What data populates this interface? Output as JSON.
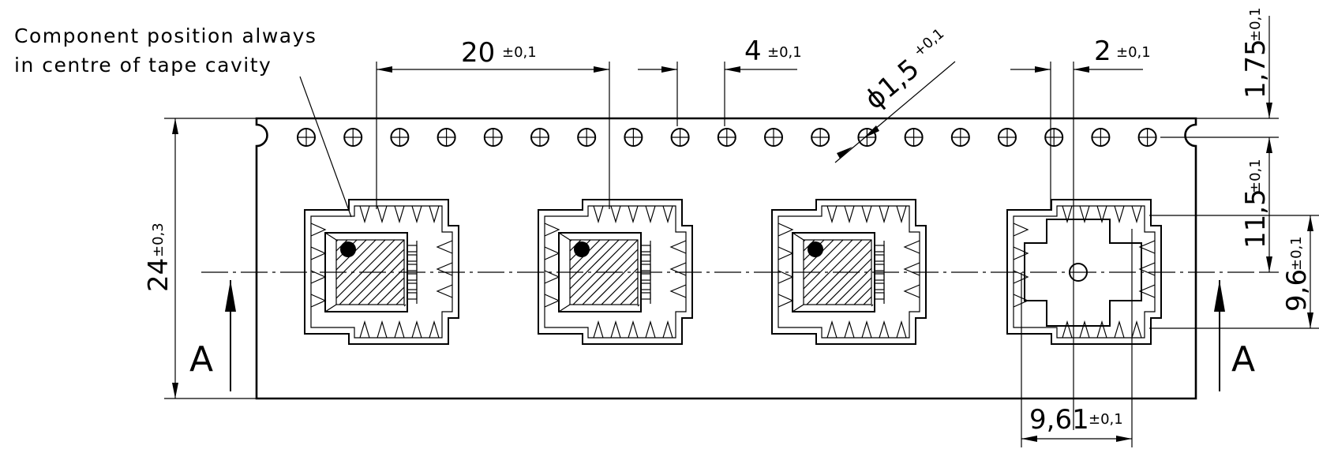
{
  "note": {
    "line1": "Component position always",
    "line2": "in centre of tape cavity"
  },
  "dimensions": {
    "pitch": {
      "value": "20",
      "tol": "±0,1"
    },
    "hole_pitch": {
      "value": "4",
      "tol": "±0,1"
    },
    "hole_diameter": {
      "value": "ϕ1,5",
      "tol": "+0,1"
    },
    "hole_offset": {
      "value": "2",
      "tol": "±0,1"
    },
    "edge_to_hole": {
      "value": "1,75",
      "tol": "±0,1"
    },
    "hole_to_cavity": {
      "value": "11,5",
      "tol": "±0,1"
    },
    "cavity_length": {
      "value": "9,6",
      "tol": "±0,1"
    },
    "tape_width": {
      "value": "24",
      "tol": "±0,3"
    },
    "cavity_width": {
      "value": "9,61",
      "tol": "±0,1"
    }
  },
  "section": {
    "left": "A",
    "right": "A"
  },
  "colors": {
    "line": "#000000",
    "background": "#ffffff"
  }
}
